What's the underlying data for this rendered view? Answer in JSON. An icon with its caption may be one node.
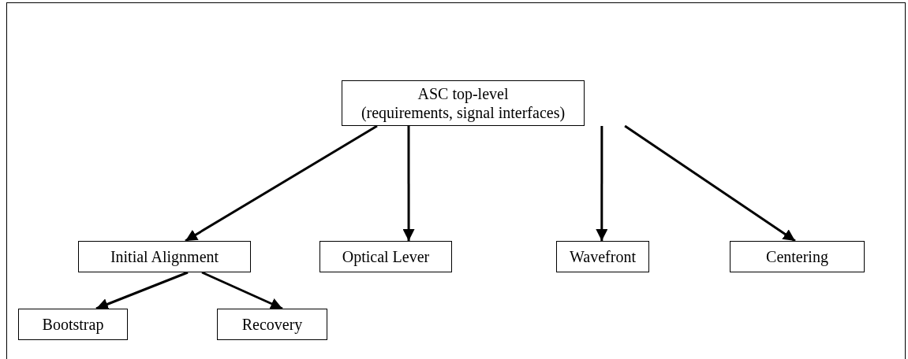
{
  "diagram": {
    "nodes": [
      {
        "text": [
          "ASC top-level",
          "(requirements, signal interfaces)"
        ]
      },
      {
        "text": [
          "Initial Alignment"
        ]
      },
      {
        "text": [
          "Optical Lever"
        ]
      },
      {
        "text": [
          "Wavefront"
        ]
      },
      {
        "text": [
          "Centering"
        ]
      },
      {
        "text": [
          "Bootstrap"
        ]
      },
      {
        "text": [
          "Recovery"
        ]
      }
    ],
    "edges": [
      {
        "from": 0,
        "to": 1,
        "arrow": "to"
      },
      {
        "from": 0,
        "to": 2,
        "arrow": "to"
      },
      {
        "from": 0,
        "to": 3,
        "arrow": "to"
      },
      {
        "from": 0,
        "to": 4,
        "arrow": "to"
      },
      {
        "from": 1,
        "to": 5,
        "arrow": "to"
      },
      {
        "from": 1,
        "to": 6,
        "arrow": "to"
      }
    ]
  }
}
